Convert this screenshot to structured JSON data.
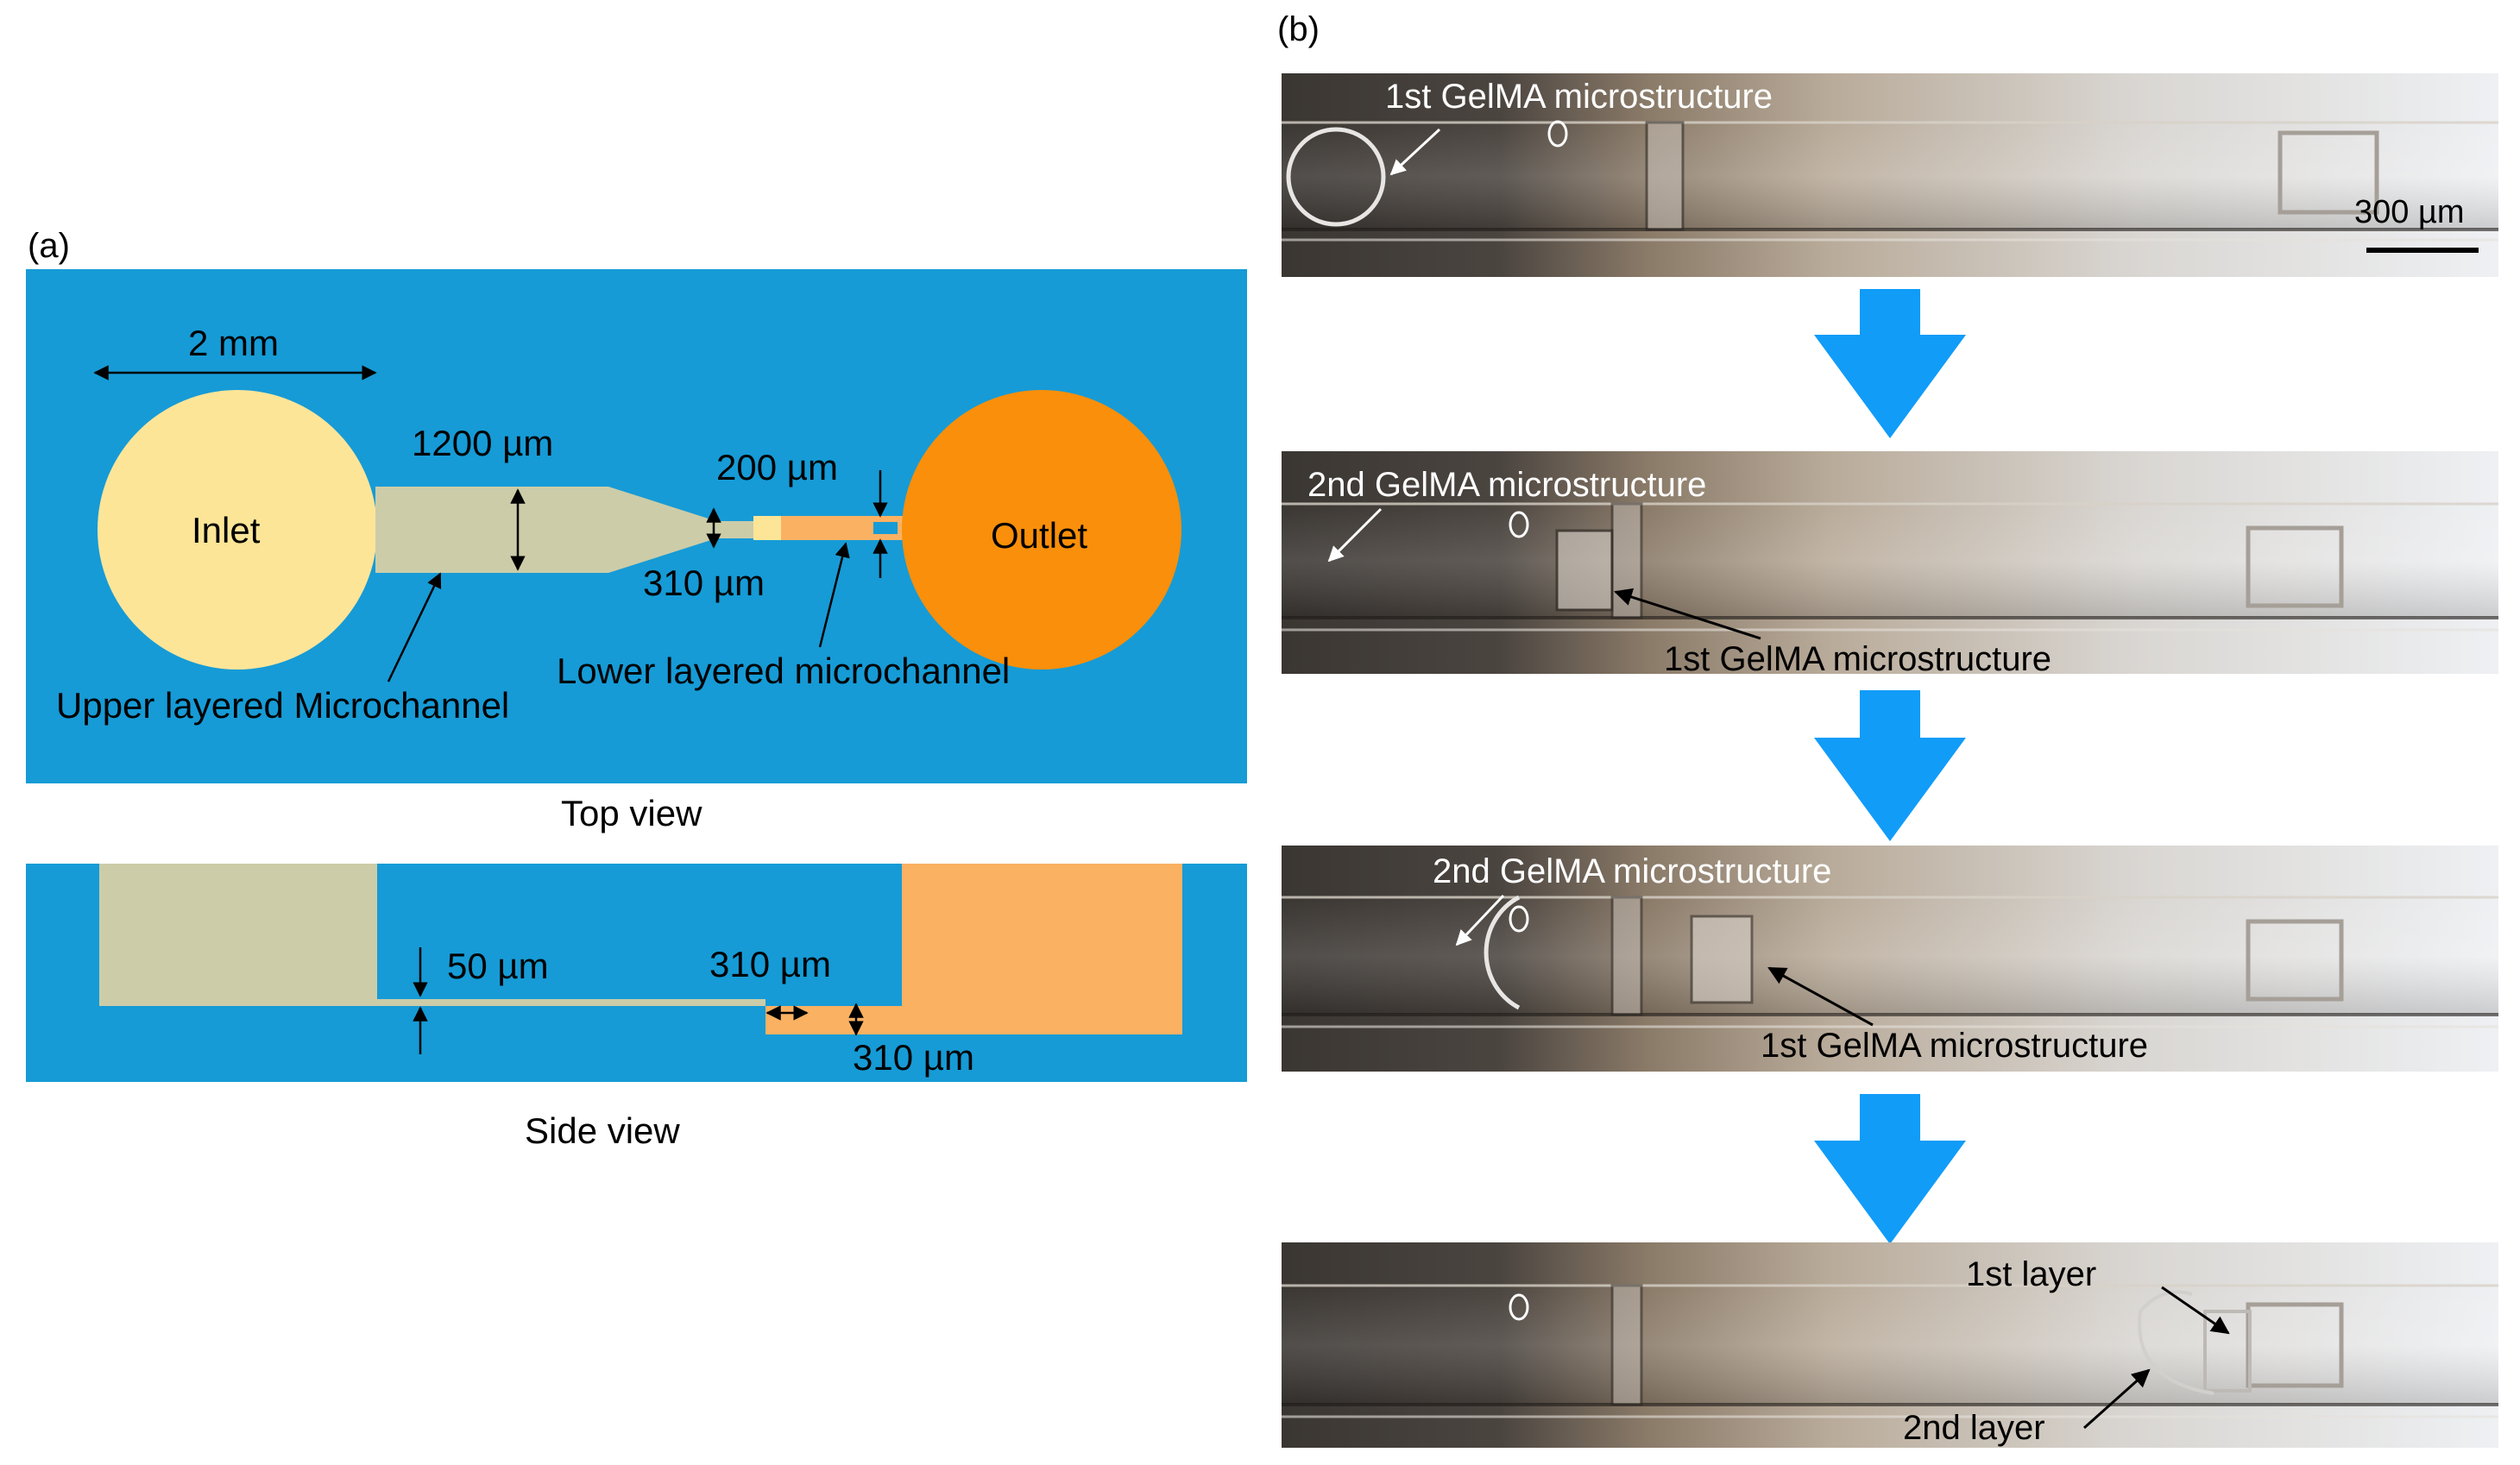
{
  "panel_a": {
    "label": "(a)",
    "top_view": {
      "caption": "Top view",
      "inlet_label": "Inlet",
      "outlet_label": "Outlet",
      "scale_label": "2 mm",
      "dim_upper_width": "1200 µm",
      "dim_neck_width": "310 µm",
      "dim_lower_width": "200 µm",
      "upper_channel_label": "Upper layered Microchannel",
      "lower_channel_label": "Lower layered microchannel"
    },
    "side_view": {
      "caption": "Side view",
      "dim_upper_depth": "50 µm",
      "dim_overlap": "310 µm",
      "dim_lower_depth": "310 µm"
    },
    "colors": {
      "background": "#169bd6",
      "inlet": "#fde598",
      "outlet": "#f98f0a",
      "upper_channel": "#cccca8",
      "lower_channel": "#fab162"
    }
  },
  "panel_b": {
    "label": "(b)",
    "frames": [
      {
        "annotations": [
          "1st GelMA microstructure"
        ],
        "scale_label": "300 µm"
      },
      {
        "annotations": [
          "2nd GelMA microstructure",
          "1st GelMA microstructure"
        ]
      },
      {
        "annotations": [
          "2nd GelMA microstructure",
          "1st GelMA microstructure"
        ]
      },
      {
        "annotations": [
          "1st layer",
          "2nd layer"
        ]
      }
    ],
    "arrow_color": "#119cf8"
  }
}
